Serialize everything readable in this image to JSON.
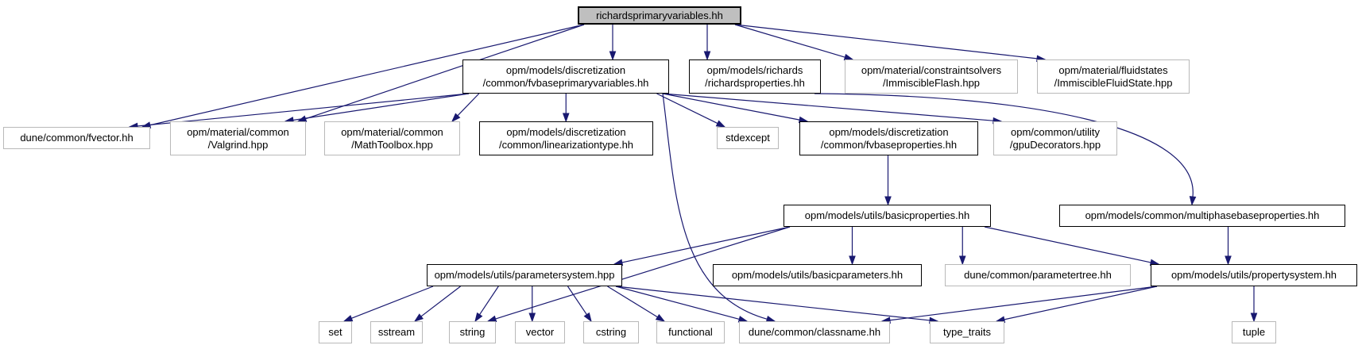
{
  "diagram": {
    "kind": "include-dependency-graph",
    "background": "#ffffff",
    "edge_color": "#191970",
    "main_node_fill": "#bfbfbf",
    "linked_border_color": "#000000",
    "plain_border_color": "#b9b9b9",
    "text_color": "#000000"
  },
  "nodes": [
    {
      "id": "main",
      "lines": [
        "richardsprimaryvariables.hh"
      ],
      "style": "main"
    },
    {
      "id": "fvbase",
      "lines": [
        "opm/models/discretization",
        "/common/fvbaseprimaryvariables.hh"
      ],
      "style": "linked"
    },
    {
      "id": "richardsprops",
      "lines": [
        "opm/models/richards",
        "/richardsproperties.hh"
      ],
      "style": "linked"
    },
    {
      "id": "immflash",
      "lines": [
        "opm/material/constraintsolvers",
        "/ImmiscibleFlash.hpp"
      ],
      "style": "plain"
    },
    {
      "id": "immfluid",
      "lines": [
        "opm/material/fluidstates",
        "/ImmiscibleFluidState.hpp"
      ],
      "style": "plain"
    },
    {
      "id": "fvector",
      "lines": [
        "dune/common/fvector.hh"
      ],
      "style": "plain"
    },
    {
      "id": "valgrind",
      "lines": [
        "opm/material/common",
        "/Valgrind.hpp"
      ],
      "style": "plain"
    },
    {
      "id": "mathtoolbox",
      "lines": [
        "opm/material/common",
        "/MathToolbox.hpp"
      ],
      "style": "plain"
    },
    {
      "id": "lintype",
      "lines": [
        "opm/models/discretization",
        "/common/linearizationtype.hh"
      ],
      "style": "linked"
    },
    {
      "id": "stdexcept",
      "lines": [
        "stdexcept"
      ],
      "style": "plain"
    },
    {
      "id": "fvbaseprops",
      "lines": [
        "opm/models/discretization",
        "/common/fvbaseproperties.hh"
      ],
      "style": "linked"
    },
    {
      "id": "gpudec",
      "lines": [
        "opm/common/utility",
        "/gpuDecorators.hpp"
      ],
      "style": "plain"
    },
    {
      "id": "basicprops",
      "lines": [
        "opm/models/utils/basicproperties.hh"
      ],
      "style": "linked"
    },
    {
      "id": "multiphase",
      "lines": [
        "opm/models/common/multiphasebaseproperties.hh"
      ],
      "style": "linked"
    },
    {
      "id": "paramsys",
      "lines": [
        "opm/models/utils/parametersystem.hpp"
      ],
      "style": "linked"
    },
    {
      "id": "basicparams",
      "lines": [
        "opm/models/utils/basicparameters.hh"
      ],
      "style": "linked"
    },
    {
      "id": "paramtree",
      "lines": [
        "dune/common/parametertree.hh"
      ],
      "style": "plain"
    },
    {
      "id": "propsys",
      "lines": [
        "opm/models/utils/propertysystem.hh"
      ],
      "style": "linked"
    },
    {
      "id": "set",
      "lines": [
        "set"
      ],
      "style": "plain"
    },
    {
      "id": "sstream",
      "lines": [
        "sstream"
      ],
      "style": "plain"
    },
    {
      "id": "string",
      "lines": [
        "string"
      ],
      "style": "plain"
    },
    {
      "id": "vector",
      "lines": [
        "vector"
      ],
      "style": "plain"
    },
    {
      "id": "cstring",
      "lines": [
        "cstring"
      ],
      "style": "plain"
    },
    {
      "id": "functional",
      "lines": [
        "functional"
      ],
      "style": "plain"
    },
    {
      "id": "classname",
      "lines": [
        "dune/common/classname.hh"
      ],
      "style": "plain"
    },
    {
      "id": "typetraits",
      "lines": [
        "type_traits"
      ],
      "style": "plain"
    },
    {
      "id": "tuple",
      "lines": [
        "tuple"
      ],
      "style": "plain"
    }
  ],
  "edges": [
    {
      "from": "main",
      "to": "fvector"
    },
    {
      "from": "main",
      "to": "valgrind"
    },
    {
      "from": "main",
      "to": "fvbase"
    },
    {
      "from": "main",
      "to": "richardsprops"
    },
    {
      "from": "main",
      "to": "immflash"
    },
    {
      "from": "main",
      "to": "immfluid"
    },
    {
      "from": "fvbase",
      "to": "fvector"
    },
    {
      "from": "fvbase",
      "to": "valgrind"
    },
    {
      "from": "fvbase",
      "to": "mathtoolbox"
    },
    {
      "from": "fvbase",
      "to": "lintype"
    },
    {
      "from": "fvbase",
      "to": "stdexcept"
    },
    {
      "from": "fvbase",
      "to": "fvbaseprops"
    },
    {
      "from": "fvbase",
      "to": "gpudec"
    },
    {
      "from": "fvbase",
      "to": "classname"
    },
    {
      "from": "richardsprops",
      "to": "multiphase"
    },
    {
      "from": "fvbaseprops",
      "to": "basicprops"
    },
    {
      "from": "basicprops",
      "to": "paramsys"
    },
    {
      "from": "basicprops",
      "to": "basicparams"
    },
    {
      "from": "basicprops",
      "to": "paramtree"
    },
    {
      "from": "basicprops",
      "to": "propsys"
    },
    {
      "from": "basicprops",
      "to": "string"
    },
    {
      "from": "multiphase",
      "to": "propsys"
    },
    {
      "from": "paramsys",
      "to": "set"
    },
    {
      "from": "paramsys",
      "to": "sstream"
    },
    {
      "from": "paramsys",
      "to": "string"
    },
    {
      "from": "paramsys",
      "to": "vector"
    },
    {
      "from": "paramsys",
      "to": "cstring"
    },
    {
      "from": "paramsys",
      "to": "functional"
    },
    {
      "from": "paramsys",
      "to": "classname"
    },
    {
      "from": "paramsys",
      "to": "typetraits"
    },
    {
      "from": "propsys",
      "to": "classname"
    },
    {
      "from": "propsys",
      "to": "typetraits"
    },
    {
      "from": "propsys",
      "to": "tuple"
    }
  ]
}
